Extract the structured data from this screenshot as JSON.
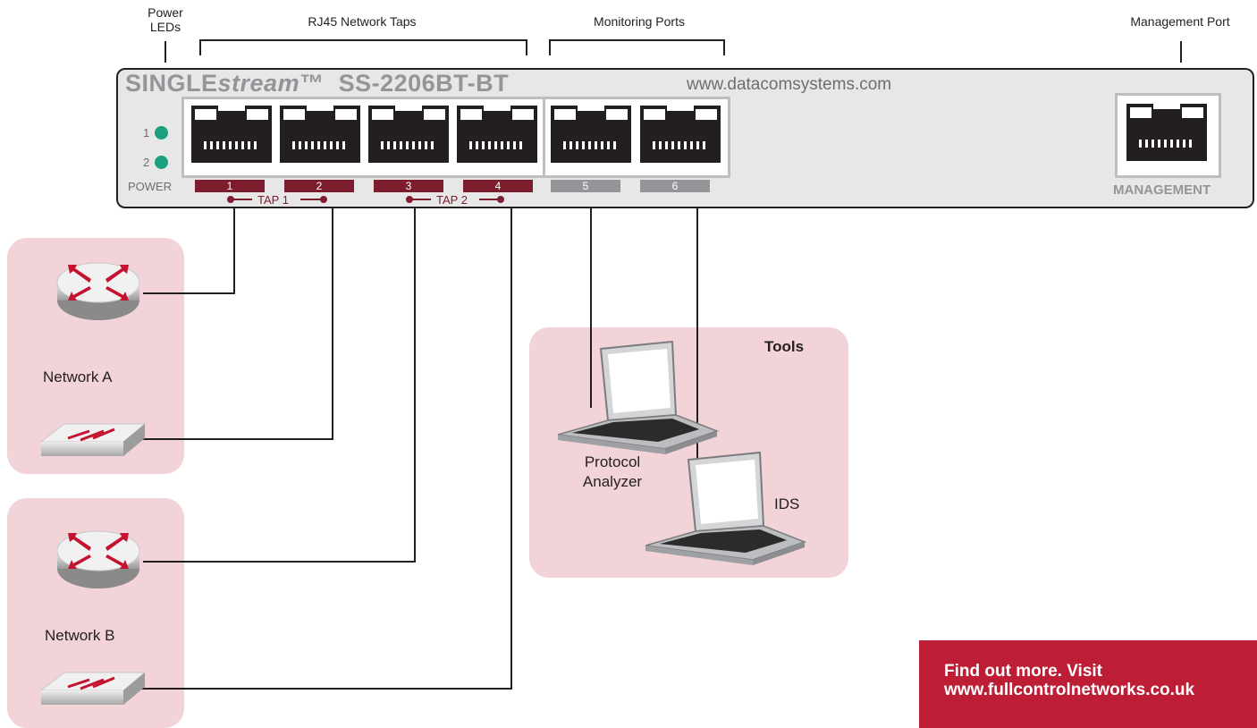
{
  "top_labels": {
    "power_leds_line1": "Power",
    "power_leds_line2": "LEDs",
    "rj45_taps": "RJ45 Network Taps",
    "monitoring_ports": "Monitoring Ports",
    "management_port": "Management Port"
  },
  "device": {
    "brand_prefix": "SINGLE",
    "brand_stream": "stream",
    "brand_tm": "™",
    "model": "SS-2206BT-BT",
    "url": "www.datacomsystems.com",
    "led1": "1",
    "led2": "2",
    "power_label": "POWER",
    "management_label": "MANAGEMENT",
    "led_color": "#1aa17e",
    "tap_color": "#7d1c2c",
    "monitor_tag_color": "#939598"
  },
  "ports": [
    {
      "number": "1",
      "kind": "tap"
    },
    {
      "number": "2",
      "kind": "tap"
    },
    {
      "number": "3",
      "kind": "tap"
    },
    {
      "number": "4",
      "kind": "tap"
    },
    {
      "number": "5",
      "kind": "monitor"
    },
    {
      "number": "6",
      "kind": "monitor"
    }
  ],
  "tap_labels": {
    "tap1": "TAP 1",
    "tap2": "TAP 2"
  },
  "networks": {
    "a": "Network A",
    "b": "Network B"
  },
  "tools": {
    "title": "Tools",
    "protocol_analyzer_line1": "Protocol",
    "protocol_analyzer_line2": "Analyzer",
    "ids": "IDS"
  },
  "cta": {
    "line1": "Find out more. Visit",
    "line2": "www.fullcontrolnetworks.co.uk",
    "color": "#be1e35"
  },
  "panel_color": "#f1d3d8"
}
